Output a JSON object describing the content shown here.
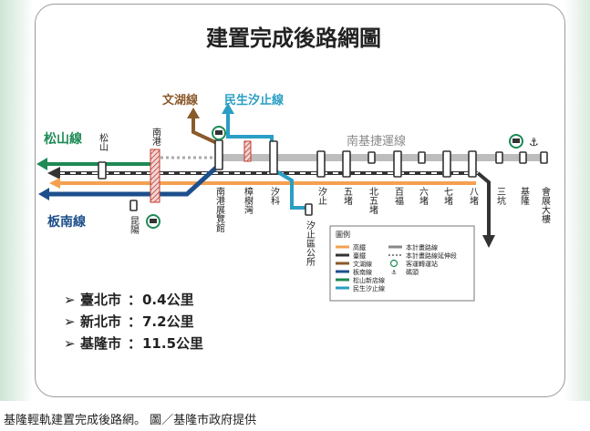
{
  "title": "建置完成後路網圖",
  "caption": "基隆輕軌建置完成後路網。 圖／基隆市政府提供",
  "lines": {
    "songshan": {
      "label": "松山線",
      "color": "#1e8a55"
    },
    "bannan": {
      "label": "板南線",
      "color": "#1d4f8c"
    },
    "wenhu": {
      "label": "文湖線",
      "color": "#8a5a2b"
    },
    "minsheng": {
      "label": "民生汐止線",
      "color": "#2a9ec4"
    },
    "nanji": {
      "label": "南基捷運線",
      "color": "#8a8a8a"
    }
  },
  "stations": {
    "songshan": "松山",
    "nangang": "南港",
    "kunyang": "昆陽",
    "nangang_exhibition": "南港展覽館",
    "zhangshuwan": "樟樹灣",
    "xike": "汐科",
    "xizhi_district_office": "汐止區公所",
    "xizhi": "汐止",
    "wudu": "五堵",
    "beiwudu": "北五堵",
    "baifu": "百福",
    "liudu": "六堵",
    "qidu": "七堵",
    "badu": "八堵",
    "sankeng": "三坑",
    "keelung": "基隆",
    "exhibition_tower": "會展大樓"
  },
  "legend": {
    "title": "圖例",
    "items": [
      "高鐵",
      "本計畫路線",
      "臺鐵",
      "本計畫路線延伸段",
      "文湖線",
      "客運轉運站",
      "板南線",
      "碼頭",
      "松山新店線",
      "民生汐止線"
    ]
  },
  "distances": [
    {
      "label": "臺北市",
      "value": "0.4公里"
    },
    {
      "label": "新北市",
      "value": "7.2公里"
    },
    {
      "label": "基隆市",
      "value": "11.5公里"
    }
  ]
}
